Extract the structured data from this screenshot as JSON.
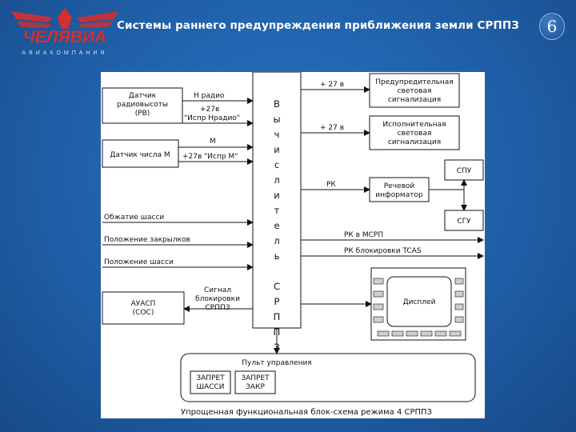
{
  "slide": {
    "title": "Системы раннего предупреждения приближения земли СРППЗ",
    "page_number": "6"
  },
  "logo": {
    "text": "ЧЕЛЯВИА",
    "subtext": "АВИАКОМПАНИЯ",
    "colors": {
      "primary": "#d32f2f",
      "secondary": "#ffffff"
    }
  },
  "diagram": {
    "computer_letters": [
      "В",
      "ы",
      "ч",
      "и",
      "с",
      "л",
      "и",
      "т",
      "е",
      "л",
      "ь",
      "",
      "С",
      "Р",
      "П",
      "П",
      "З"
    ],
    "boxes": {
      "radio_altimeter": [
        "Датчик",
        "радиовысоты",
        "(РВ)"
      ],
      "mach_sensor": "Датчик числа М",
      "warning_lights": [
        "Предупредительная",
        "световая",
        "сигнализация"
      ],
      "executive_lights": [
        "Исполнительная",
        "световая",
        "сигнализация"
      ],
      "spu": "СПУ",
      "voice_informer": [
        "Речевой",
        "информатор"
      ],
      "sgu": "СГУ",
      "auasp": [
        "АУАСП",
        "(СОС)"
      ],
      "display": "Дисплей",
      "control_panel": "Пульт управления",
      "gear_inhibit_btn": [
        "ЗАПРЕТ",
        "ШАССИ"
      ],
      "flaps_inhibit_btn": [
        "ЗАПРЕТ",
        "ЗАКР"
      ]
    },
    "signals": {
      "h_radio": "Н радио",
      "plus27_h": [
        "+27в",
        "\"Испр Нрадио\""
      ],
      "m_label": "М",
      "plus27_m": "+27в \"Испр М\"",
      "plus27_a": "+ 27 в",
      "plus27_b": "+ 27 в",
      "rk": "РК",
      "gear_compress": "Обжатие шасси",
      "flaps_position": "Положение закрылков",
      "gear_position": "Положение шасси",
      "rk_mspp": "РК в МСРП",
      "rk_tcas": "РК блокировки TCAS",
      "inhibit_signal": [
        "Сигнал",
        "блокировки",
        "СРППЗ"
      ]
    },
    "caption": "Упрощенная функциональная блок-схема режима 4 СРППЗ"
  }
}
